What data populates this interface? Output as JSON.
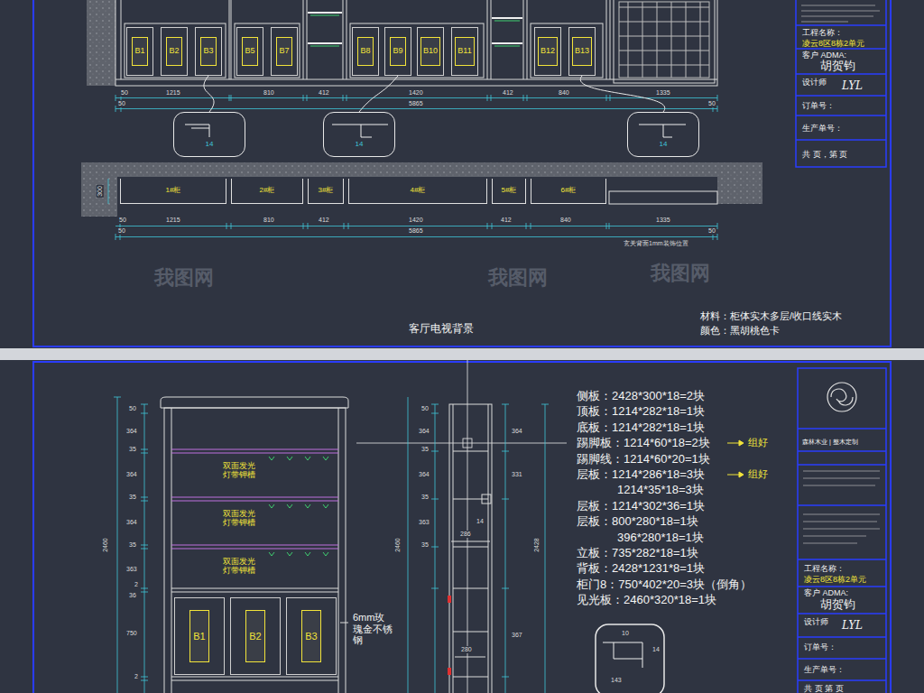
{
  "diagram": {
    "nodes": [
      {
        "text": [
          "B1"
        ]
      },
      {
        "text": [
          "B2"
        ]
      },
      {
        "text": [
          "B3"
        ]
      },
      {
        "text": [
          "B5"
        ]
      },
      {
        "text": [
          "B7"
        ]
      },
      {
        "text": [
          "B8"
        ]
      },
      {
        "text": [
          "B9"
        ]
      },
      {
        "text": [
          "B10"
        ]
      },
      {
        "text": [
          "B11"
        ]
      },
      {
        "text": [
          "B12"
        ]
      },
      {
        "text": [
          "B13"
        ]
      },
      {
        "text": [
          "14"
        ]
      },
      {
        "text": [
          "14"
        ]
      },
      {
        "text": [
          "14"
        ]
      },
      {
        "text": [
          "1#柜"
        ]
      },
      {
        "text": [
          "2#柜"
        ]
      },
      {
        "text": [
          "3#柜"
        ]
      },
      {
        "text": [
          "4#柜"
        ]
      },
      {
        "text": [
          "5#柜"
        ]
      },
      {
        "text": [
          "6#柜"
        ]
      },
      {
        "text": [
          "B1"
        ]
      },
      {
        "text": [
          "B2"
        ]
      },
      {
        "text": [
          "B3"
        ]
      }
    ],
    "edges": [
      {
        "from": 2,
        "to": 11,
        "arrow": "none"
      },
      {
        "from": 6,
        "to": 12,
        "arrow": "none"
      },
      {
        "from": 10,
        "to": 13,
        "arrow": "none"
      }
    ],
    "labels": [
      "50",
      "1215",
      "810",
      "412",
      "1420",
      "412",
      "840",
      "1335",
      "50",
      "5865",
      "50",
      "300",
      "50",
      "1215",
      "810",
      "412",
      "1420",
      "412",
      "840",
      "1335",
      "50",
      "5865",
      "50",
      "玄关背面1mm装饰位置",
      "客厅电视背景",
      "材料：柜体实木多层/收口线实木",
      "颜色：黑胡桃色卡",
      "工程名称：",
      "凌云8区8栋2单元",
      "客户 ADMA:",
      "胡贺钧",
      "设计师",
      "LYL",
      "订单号：",
      "生产单号：",
      "共 页，第 页",
      "50",
      "364",
      "35",
      "364",
      "35",
      "364",
      "35",
      "363",
      "2",
      "36",
      "750",
      "2",
      "2460",
      "50",
      "364",
      "35",
      "364",
      "35",
      "363",
      "35",
      "2460",
      "364",
      "331",
      "367",
      "2428",
      "286",
      "14",
      "280",
      "双面发光 灯带钾槽",
      "双面发光 灯带钾槽",
      "双面发光 灯带钾槽",
      "6mm玫瑰金不锈钢",
      "侧板：2428*300*18=2块",
      "顶板：1214*282*18=1块",
      "底板：1214*282*18=1块",
      "踢脚板：1214*60*18=2块",
      "踢脚线：1214*60*20=1块",
      "层板：1214*286*18=3块",
      "1214*35*18=3块",
      "层板：1214*302*36=1块",
      "层板：800*280*18=1块",
      "396*280*18=1块",
      "立板：735*282*18=1块",
      "背板：2428*1231*8=1块",
      "柜门8：750*402*20=3块（倒角）",
      "见光板：2460*320*18=1块",
      "组好",
      "组好",
      "10",
      "14",
      "143",
      "森林木业 | 整木定制",
      "工程名称：",
      "凌云8区8栋2单元",
      "客户 ADMA:",
      "胡贺钧",
      "设计师",
      "LYL",
      "订单号：",
      "生产单号：",
      "共 页 第 页",
      "我图网",
      "我图网",
      "我图网"
    ]
  }
}
